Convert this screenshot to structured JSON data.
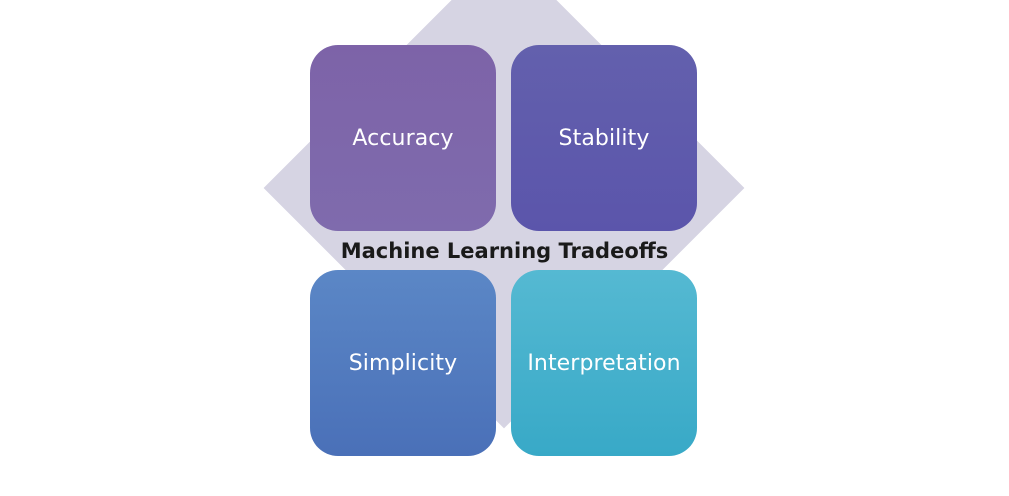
{
  "diagram": {
    "center_label": "Machine Learning Tradeoffs",
    "quadrants": [
      {
        "label": "Accuracy",
        "color": "#7f66aa"
      },
      {
        "label": "Stability",
        "color": "#5e59ac"
      },
      {
        "label": "Simplicity",
        "color": "#527bbf"
      },
      {
        "label": "Interpretation",
        "color": "#46b1cc"
      }
    ],
    "diamond_color": "#d6d4e3"
  }
}
